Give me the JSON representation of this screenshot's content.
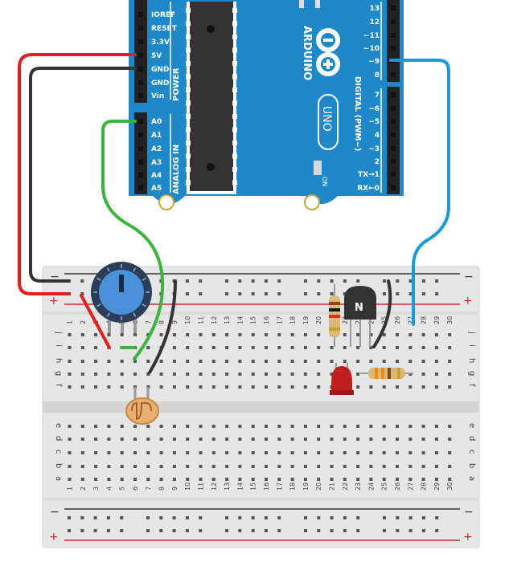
{
  "arduino": {
    "brand": "ARDUINO",
    "model": "UNO",
    "on_label": "ON",
    "power_header_title": "POWER",
    "analog_header_title": "ANALOG IN",
    "digital_header_title": "DIGITAL (PWM~)",
    "power_pins": [
      "IOREF",
      "RESET",
      "3.3V",
      "5V",
      "GND",
      "GND",
      "Vin"
    ],
    "analog_pins": [
      "A0",
      "A1",
      "A2",
      "A3",
      "A4",
      "A5"
    ],
    "digital_pins_upper": [
      "13",
      "12",
      "~11",
      "~10",
      "~9",
      "8"
    ],
    "digital_pins_lower": [
      "7",
      "~6",
      "~5",
      "4",
      "~3",
      "2",
      "TX→1",
      "RX←0"
    ],
    "board_color": "#1e88c8"
  },
  "breadboard": {
    "column_numbers": [
      "1",
      "2",
      "3",
      "4",
      "5",
      "6",
      "7",
      "8",
      "9",
      "10",
      "11",
      "12",
      "13",
      "14",
      "15",
      "16",
      "17",
      "18",
      "19",
      "20",
      "21",
      "22",
      "23",
      "24",
      "25",
      "26",
      "27",
      "28",
      "29",
      "30"
    ],
    "row_letters_top": [
      "j",
      "i",
      "h",
      "g",
      "f"
    ],
    "row_letters_bottom": [
      "e",
      "d",
      "c",
      "b",
      "a"
    ],
    "rail_minus": "−",
    "rail_plus": "+"
  },
  "components": {
    "transistor_label": "N",
    "led_color": "#c0201c"
  },
  "wires": {
    "red": "#e0211e",
    "black": "#333333",
    "green": "#3ab43a",
    "blue": "#1a9ad6"
  }
}
